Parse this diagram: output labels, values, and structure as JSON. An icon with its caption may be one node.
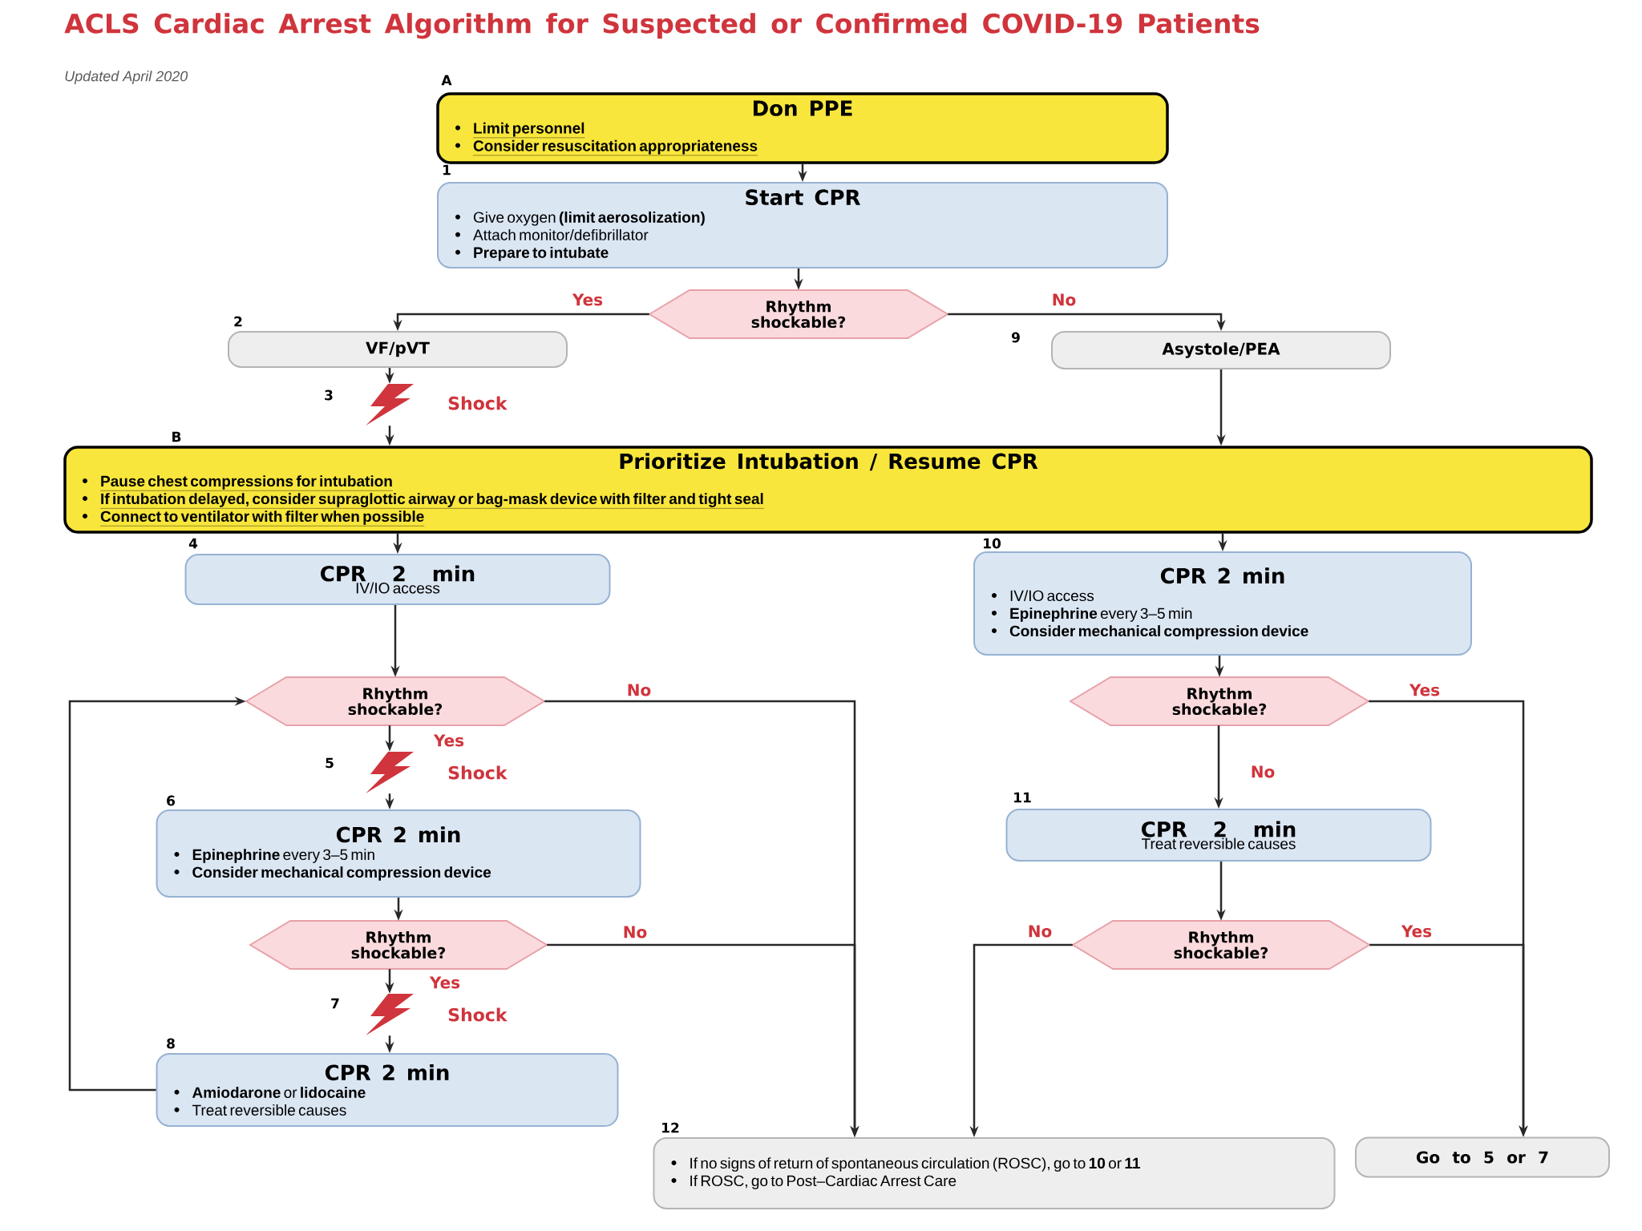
{
  "diagram": {
    "title": "ACLS Cardiac Arrest Algorithm for Suspected or Confirmed COVID-19 Patients",
    "nodes": [
      {
        "text": [
          "Don PPE",
          "Limit personnel",
          "Consider resuscitation appropriateness"
        ],
        "beside": [
          "A"
        ]
      },
      {
        "text": [
          "Start CPR",
          "Give oxygen **(limit aerosolization)**",
          "Attach monitor/defibrillator",
          "Prepare to intubate"
        ],
        "beside": [
          "1"
        ]
      },
      {
        "text": [
          "Rhythm shockable?"
        ]
      },
      {
        "text": [
          "VF/pVT"
        ],
        "beside": [
          "2"
        ]
      },
      {
        "text": [
          "Asystole/PEA"
        ],
        "beside": [
          "9"
        ]
      },
      {
        "text": [],
        "shape": "lightning",
        "beside": [
          "3",
          "Shock"
        ]
      },
      {
        "text": [
          "Prioritize Intubation / Resume CPR",
          "Pause chest compressions for intubation",
          "If intubation delayed, consider supraglottic airway or bag-mask device with filter and tight seal",
          "Connect to ventilator with filter when possible"
        ],
        "beside": [
          "B"
        ]
      },
      {
        "text": [
          "CPR 2 min",
          "IV/IO access"
        ],
        "beside": [
          "4"
        ]
      },
      {
        "text": [
          "CPR 2 min",
          "IV/IO access",
          "**Epinephrine** every 3–5 min",
          "Consider mechanical compression device"
        ],
        "beside": [
          "10"
        ]
      },
      {
        "text": [
          "Rhythm shockable?"
        ]
      },
      {
        "text": [
          "Rhythm shockable?"
        ]
      },
      {
        "text": [],
        "shape": "lightning",
        "beside": [
          "5",
          "Shock"
        ]
      },
      {
        "text": [
          "CPR 2 min",
          "**Epinephrine** every 3–5 min",
          "Consider mechanical compression device"
        ],
        "beside": [
          "6"
        ]
      },
      {
        "text": [
          "CPR 2 min",
          "Treat reversible causes"
        ],
        "beside": [
          "11"
        ]
      },
      {
        "text": [
          "Rhythm shockable?"
        ]
      },
      {
        "text": [
          "Rhythm shockable?"
        ]
      },
      {
        "text": [],
        "shape": "lightning",
        "beside": [
          "7",
          "Shock"
        ]
      },
      {
        "text": [
          "CPR 2 min",
          "**Amiodarone** or **lidocaine**",
          "Treat reversible causes"
        ],
        "beside": [
          "8"
        ]
      },
      {
        "text": [
          "If no signs of return of spontaneous circulation (ROSC), go to **10** or **11**",
          "If ROSC, go to Post–Cardiac Arrest Care"
        ],
        "beside": [
          "12"
        ]
      },
      {
        "text": [
          "Go to 5 or 7"
        ]
      }
    ],
    "edges": [
      {
        "from": 0,
        "to": 1,
        "arrow": "to"
      },
      {
        "from": 1,
        "to": 2,
        "arrow": "to"
      },
      {
        "from": 2,
        "to": 3,
        "arrow": "to",
        "label": "Yes"
      },
      {
        "from": 2,
        "to": 4,
        "arrow": "to",
        "label": "No"
      },
      {
        "from": 3,
        "to": 5,
        "arrow": "to"
      },
      {
        "from": 5,
        "to": 6,
        "arrow": "to"
      },
      {
        "from": 4,
        "to": 6,
        "arrow": "to"
      },
      {
        "from": 6,
        "to": 7,
        "arrow": "to"
      },
      {
        "from": 6,
        "to": 8,
        "arrow": "to"
      },
      {
        "from": 7,
        "to": 9,
        "arrow": "to"
      },
      {
        "from": 8,
        "to": 10,
        "arrow": "to"
      },
      {
        "from": 9,
        "to": 11,
        "arrow": "to",
        "label": "Yes"
      },
      {
        "from": 10,
        "to": 13,
        "arrow": "to",
        "label": "No"
      },
      {
        "from": 11,
        "to": 12,
        "arrow": "to"
      },
      {
        "from": 9,
        "to": 18,
        "arrow": "to",
        "label": "No"
      },
      {
        "from": 10,
        "to": 19,
        "arrow": "to",
        "label": "Yes"
      },
      {
        "from": 12,
        "to": 14,
        "arrow": "to"
      },
      {
        "from": 13,
        "to": 15,
        "arrow": "to"
      },
      {
        "from": 14,
        "to": 16,
        "arrow": "to",
        "label": "Yes"
      },
      {
        "from": 14,
        "to": 18,
        "arrow": "to",
        "label": "No"
      },
      {
        "from": 15,
        "to": 18,
        "arrow": "to",
        "label": "No"
      },
      {
        "from": 15,
        "to": 19,
        "arrow": "to",
        "label": "Yes"
      },
      {
        "from": 16,
        "to": 17,
        "arrow": "to"
      },
      {
        "from": 17,
        "to": 9,
        "arrow": "to"
      }
    ],
    "labels": [
      "Updated April 2020"
    ]
  }
}
